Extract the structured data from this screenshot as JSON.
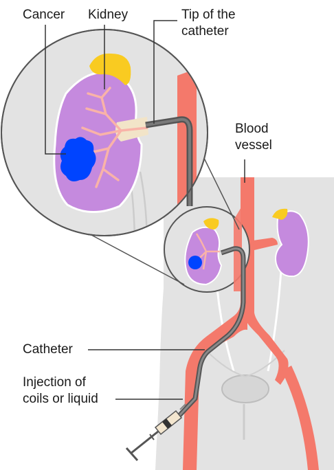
{
  "labels": {
    "cancer": "Cancer",
    "kidney": "Kidney",
    "tip_line1": "Tip of the",
    "tip_line2": "catheter",
    "blood_line1": "Blood",
    "blood_line2": "vessel",
    "catheter": "Catheter",
    "injection_line1": "Injection of",
    "injection_line2": "coils or liquid"
  },
  "colors": {
    "body": "#e3e3e3",
    "kidney": "#c58ade",
    "adrenal": "#f9cb21",
    "tumour": "#0044ff",
    "artery": "#f4796b",
    "vein_light": "#f9b3a8",
    "catheter": "#555555",
    "outline": "#555555"
  }
}
